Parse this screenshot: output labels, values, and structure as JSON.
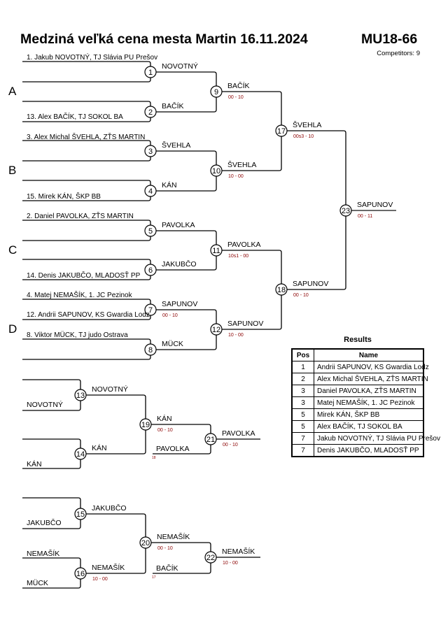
{
  "header": {
    "title": "Medziná veľká cena mesta Martin  16.11.2024",
    "category": "MU18-66",
    "competitors": "Competitors: 9"
  },
  "pools": [
    "A",
    "B",
    "C",
    "D"
  ],
  "entries": [
    "1. Jakub NOVOTNÝ, TJ Slávia PU Prešov",
    "13. Alex BAČÍK, TJ SOKOL BA",
    "3. Alex Michal ŠVEHLA, ZŤS MARTIN",
    "15. Mirek KÁN, ŠKP BB",
    "2. Daniel PAVOLKA, ZŤS MARTIN",
    "14. Denis JAKUBČO, MLADOSŤ PP",
    "4. Matej NEMAŠÍK, 1. JC Pezinok",
    "12. Andrii SAPUNOV, KS Gwardia Lodz",
    "8. Viktor MÜCK, TJ judo Ostrava"
  ],
  "matches": {
    "1": {
      "winner": "NOVOTNÝ",
      "score": ""
    },
    "2": {
      "winner": "BAČÍK",
      "score": ""
    },
    "3": {
      "winner": "ŠVEHLA",
      "score": ""
    },
    "4": {
      "winner": "KÁN",
      "score": ""
    },
    "5": {
      "winner": "PAVOLKA",
      "score": ""
    },
    "6": {
      "winner": "JAKUBČO",
      "score": ""
    },
    "7": {
      "winner": "SAPUNOV",
      "score": "00 - 10"
    },
    "8": {
      "winner": "MÜCK",
      "score": ""
    },
    "9": {
      "winner": "BAČÍK",
      "score": "00 - 10"
    },
    "10": {
      "winner": "ŠVEHLA",
      "score": "10 - 00"
    },
    "11": {
      "winner": "PAVOLKA",
      "score": "10s1 - 00"
    },
    "12": {
      "winner": "SAPUNOV",
      "score": "10 - 00"
    },
    "17": {
      "winner": "ŠVEHLA",
      "score": "00s3 - 10"
    },
    "18": {
      "winner": "SAPUNOV",
      "score": "00 - 10"
    },
    "23": {
      "winner": "SAPUNOV",
      "score": "00 - 11"
    },
    "13": {
      "winner": "NOVOTNÝ",
      "score": ""
    },
    "14": {
      "winner": "KÁN",
      "score": ""
    },
    "19": {
      "winner": "KÁN",
      "score": "00 - 10"
    },
    "21": {
      "winner": "PAVOLKA",
      "score": "00 - 10"
    },
    "15": {
      "winner": "JAKUBČO",
      "score": ""
    },
    "16": {
      "winner": "NEMAŠÍK",
      "score": "10 - 00"
    },
    "20": {
      "winner": "NEMAŠÍK",
      "score": "00 - 10"
    },
    "22": {
      "winner": "NEMAŠÍK",
      "score": "10 - 00"
    }
  },
  "repechage": {
    "13_bottom": "NOVOTNÝ",
    "14_bottom": "KÁN",
    "15_bottom": "JAKUBČO",
    "16_top": "NEMAŠÍK",
    "16_bottom": "MÜCK",
    "21_bottom": "PAVOLKA",
    "21_from": "18",
    "22_bottom": "BAČÍK",
    "22_from": "17"
  },
  "results": {
    "title": "Results",
    "columns": [
      "Pos",
      "Name"
    ],
    "rows": [
      {
        "pos": "1",
        "name": "Andrii SAPUNOV, KS Gwardia Lodz"
      },
      {
        "pos": "2",
        "name": "Alex Michal ŠVEHLA, ZŤS MARTIN"
      },
      {
        "pos": "3",
        "name": "Daniel PAVOLKA, ZŤS MARTIN"
      },
      {
        "pos": "3",
        "name": "Matej NEMAŠÍK, 1. JC Pezinok"
      },
      {
        "pos": "5",
        "name": "Mirek KÁN, ŠKP BB"
      },
      {
        "pos": "5",
        "name": "Alex BAČÍK, TJ SOKOL BA"
      },
      {
        "pos": "7",
        "name": "Jakub NOVOTNÝ, TJ Slávia PU Prešov"
      },
      {
        "pos": "7",
        "name": "Denis JAKUBČO, MLADOSŤ PP"
      }
    ]
  },
  "colors": {
    "line": "#000000",
    "score": "#8b0000"
  }
}
